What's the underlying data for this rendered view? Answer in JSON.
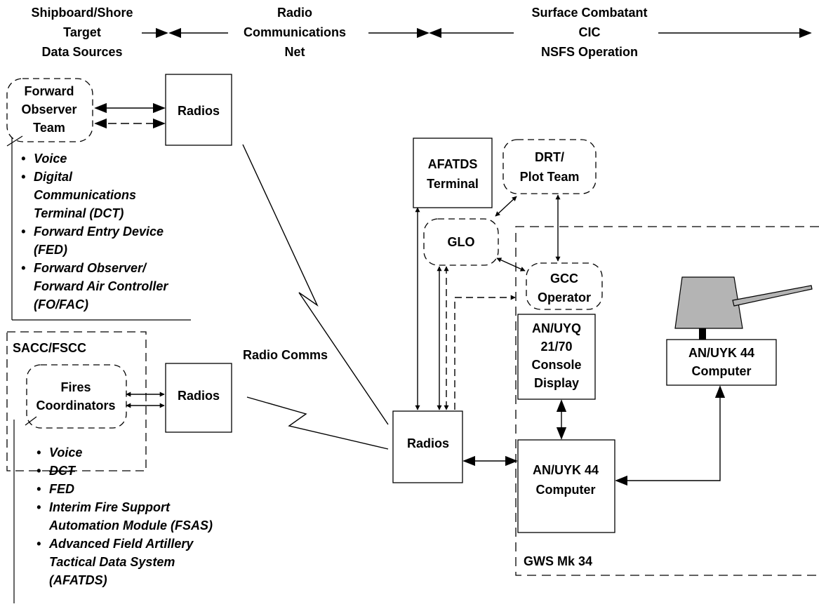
{
  "header": {
    "left": [
      "Shipboard/Shore",
      "Target",
      "Data Sources"
    ],
    "middle": [
      "Radio",
      "Communications",
      "Net"
    ],
    "right": [
      "Surface Combatant",
      "CIC",
      "NSFS Operation"
    ]
  },
  "forward_observer": {
    "team": [
      "Forward",
      "Observer",
      "Team"
    ],
    "radios": "Radios",
    "bullets": [
      [
        "Voice"
      ],
      [
        "Digital",
        "Communications",
        "Terminal (DCT)"
      ],
      [
        "Forward Entry Device",
        "(FED)"
      ],
      [
        "Forward Observer/",
        "Forward Air Controller",
        "(FO/FAC)"
      ]
    ]
  },
  "sacc": {
    "title": "SACC/FSCC",
    "coordinators": [
      "Fires",
      "Coordinators"
    ],
    "radios": "Radios",
    "bullets": [
      [
        "Voice"
      ],
      [
        "DCT"
      ],
      [
        "FED"
      ],
      [
        "Interim Fire Support",
        "Automation Module (FSAS)"
      ],
      [
        "Advanced Field Artillery",
        "Tactical Data System",
        "(AFATDS)"
      ]
    ]
  },
  "radio_comms": "Radio Comms",
  "ship": {
    "radios": "Radios",
    "afatds": [
      "AFATDS",
      "Terminal"
    ],
    "drt": [
      "DRT/",
      "Plot Team"
    ],
    "glo": "GLO",
    "gcc": [
      "GCC",
      "Operator"
    ],
    "console": [
      "AN/UYQ",
      "21/70",
      "Console",
      "Display"
    ],
    "computer_main": [
      "AN/UYK 44",
      "Computer"
    ],
    "computer_gun": [
      "AN/UYK 44",
      "Computer"
    ],
    "gws": "GWS Mk 34"
  },
  "bullet_symbol": "•"
}
